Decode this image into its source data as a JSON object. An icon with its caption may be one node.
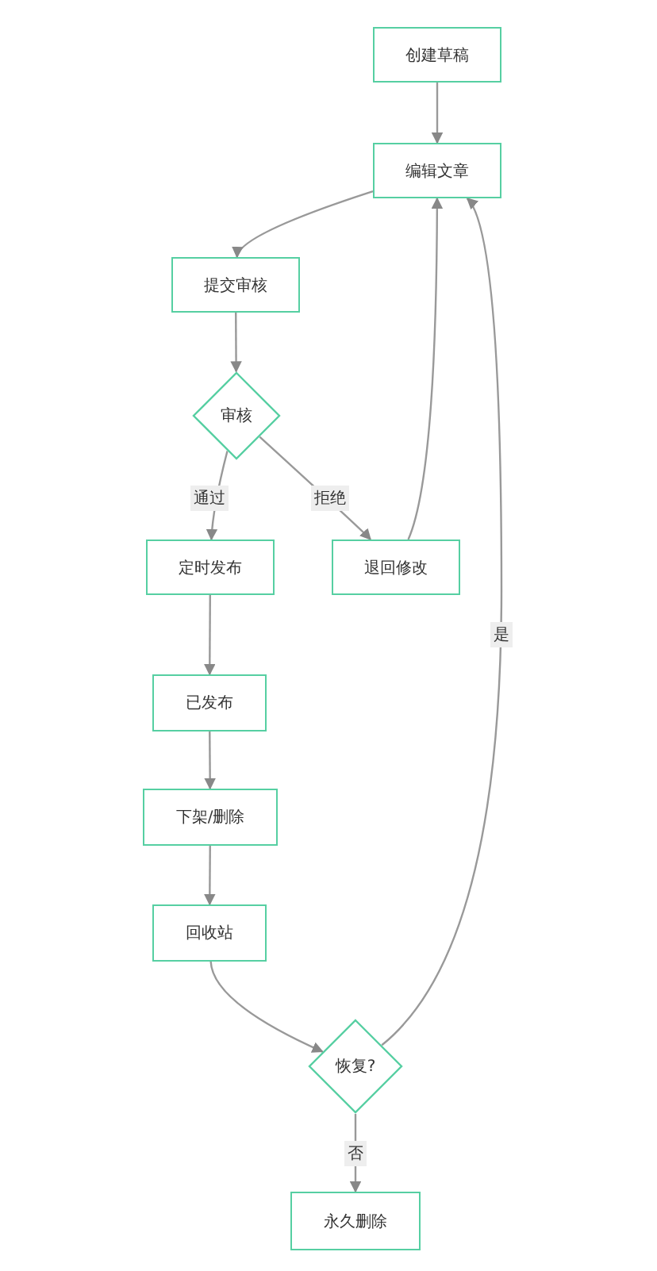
{
  "diagram": {
    "nodes": [
      {
        "text": [
          "创建草稿"
        ]
      },
      {
        "text": [
          "编辑文章"
        ]
      },
      {
        "text": [
          "提交审核"
        ]
      },
      {
        "text": [
          "审核"
        ]
      },
      {
        "text": [
          "定时发布"
        ]
      },
      {
        "text": [
          "退回修改"
        ]
      },
      {
        "text": [
          "已发布"
        ]
      },
      {
        "text": [
          "下架/删除"
        ]
      },
      {
        "text": [
          "回收站"
        ]
      },
      {
        "text": [
          "恢复?"
        ]
      },
      {
        "text": [
          "永久删除"
        ]
      }
    ],
    "edges": [
      {
        "from": 0,
        "to": 1,
        "arrow": "to"
      },
      {
        "from": 1,
        "to": 2,
        "arrow": "to"
      },
      {
        "from": 2,
        "to": 3,
        "arrow": "to"
      },
      {
        "from": 3,
        "to": 4,
        "arrow": "to",
        "label": "通过"
      },
      {
        "from": 3,
        "to": 5,
        "arrow": "to",
        "label": "拒绝"
      },
      {
        "from": 5,
        "to": 1,
        "arrow": "to"
      },
      {
        "from": 4,
        "to": 6,
        "arrow": "to"
      },
      {
        "from": 6,
        "to": 7,
        "arrow": "to"
      },
      {
        "from": 7,
        "to": 8,
        "arrow": "to"
      },
      {
        "from": 8,
        "to": 9,
        "arrow": "to"
      },
      {
        "from": 9,
        "to": 1,
        "arrow": "to",
        "label": "是"
      },
      {
        "from": 9,
        "to": 10,
        "arrow": "to",
        "label": "否"
      }
    ]
  }
}
